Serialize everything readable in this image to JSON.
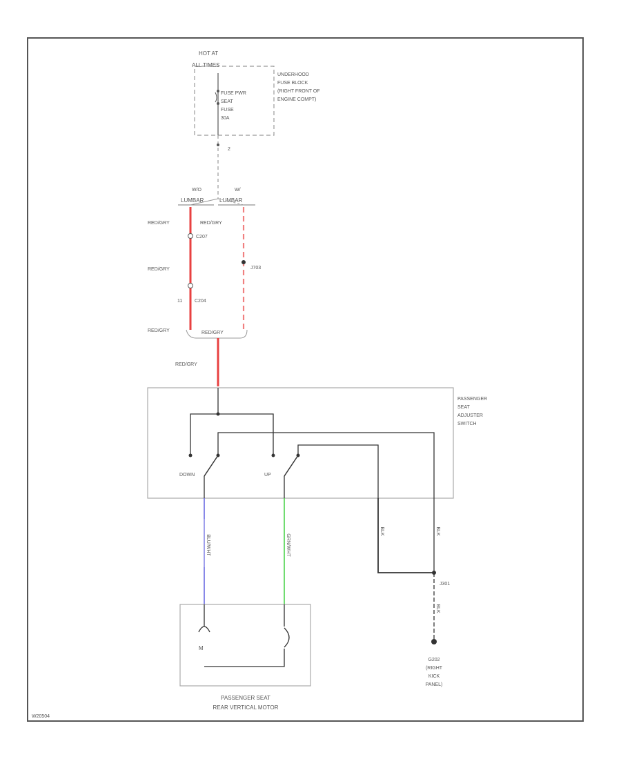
{
  "colors": {
    "frame": "#555555",
    "wire_black": "#333333",
    "wire_red": "#e84040",
    "wire_red_light": "#f08080",
    "wire_blue": "#6060e0",
    "wire_green": "#40d040",
    "box": "#aaaaaa",
    "dashed": "#999999"
  },
  "power": {
    "source_line1": "HOT AT",
    "source_line2": "ALL TIMES",
    "fuse_line1": "FUSE PWR",
    "fuse_line2": "SEAT",
    "fuse_line3": "FUSE",
    "fuse_line4": "30A",
    "fuse_block_line1": "UNDERHOOD",
    "fuse_block_line2": "FUSE BLOCK",
    "fuse_block_line3": "(RIGHT FRONT OF",
    "fuse_block_line4": "ENGINE COMPT)",
    "pin_label": "2"
  },
  "variants": {
    "left_line1": "W/O",
    "left_line2": "LUMBAR",
    "right_line1": "W/",
    "right_line2": "LUMBAR"
  },
  "wires": {
    "left_upper": "RED/GRY",
    "right_upper": "RED/GRY",
    "left_middle": "RED/GRY",
    "left_bottom": "RED/GRY",
    "bottom_join": "RED/GRY",
    "to_switch": "RED/GRY",
    "blue_wire": "BLU/WHT",
    "green_wire": "GRN/WHT",
    "black_wire_1": "BLK",
    "black_wire_2": "BLK",
    "ground_wire": "BLK"
  },
  "connectors": {
    "c1": "C207",
    "splice": "J703",
    "c2_left": "11",
    "c2_right": "C204",
    "ground_splice": "J301"
  },
  "switch": {
    "label_line1": "PASSENGER",
    "label_line2": "SEAT",
    "label_line3": "ADJUSTER",
    "label_line4": "SWITCH",
    "down": "DOWN",
    "up": "UP"
  },
  "motor": {
    "symbol": "M",
    "label_line1": "PASSENGER SEAT",
    "label_line2": "REAR VERTICAL MOTOR"
  },
  "ground": {
    "line1": "G202",
    "line2": "(RIGHT",
    "line3": "KICK",
    "line4": "PANEL)"
  },
  "footer": {
    "code": "W20504"
  }
}
